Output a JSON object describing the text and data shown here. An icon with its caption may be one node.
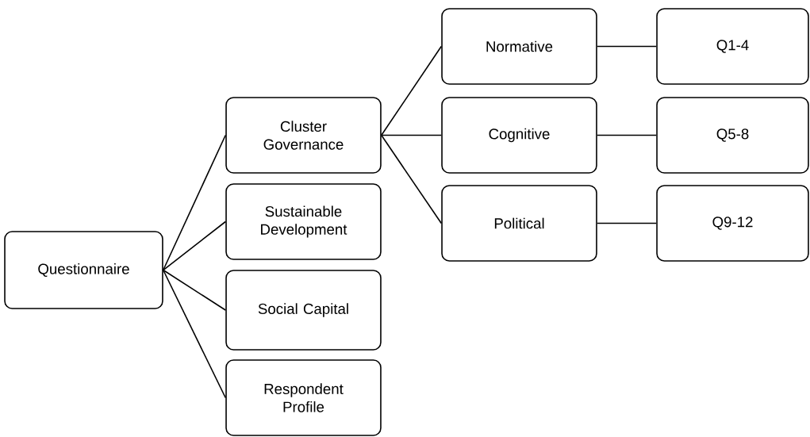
{
  "diagram": {
    "nodes": [
      {
        "text": [
          "Questionnaire"
        ]
      },
      {
        "text": [
          "Cluster Governance"
        ]
      },
      {
        "text": [
          "Sustainable Development"
        ]
      },
      {
        "text": [
          "Social Capital"
        ]
      },
      {
        "text": [
          "Respondent Profile"
        ]
      },
      {
        "text": [
          "Normative"
        ]
      },
      {
        "text": [
          "Cognitive"
        ]
      },
      {
        "text": [
          "Political"
        ]
      },
      {
        "text": [
          "Q1-4"
        ]
      },
      {
        "text": [
          "Q5-8"
        ]
      },
      {
        "text": [
          "Q9-12"
        ]
      }
    ],
    "edges": [
      {
        "from": 0,
        "to": 1,
        "arrow": "none"
      },
      {
        "from": 0,
        "to": 2,
        "arrow": "none"
      },
      {
        "from": 0,
        "to": 3,
        "arrow": "none"
      },
      {
        "from": 0,
        "to": 4,
        "arrow": "none"
      },
      {
        "from": 1,
        "to": 5,
        "arrow": "none"
      },
      {
        "from": 1,
        "to": 6,
        "arrow": "none"
      },
      {
        "from": 1,
        "to": 7,
        "arrow": "none"
      },
      {
        "from": 5,
        "to": 8,
        "arrow": "none"
      },
      {
        "from": 6,
        "to": 9,
        "arrow": "none"
      },
      {
        "from": 7,
        "to": 10,
        "arrow": "none"
      }
    ]
  }
}
